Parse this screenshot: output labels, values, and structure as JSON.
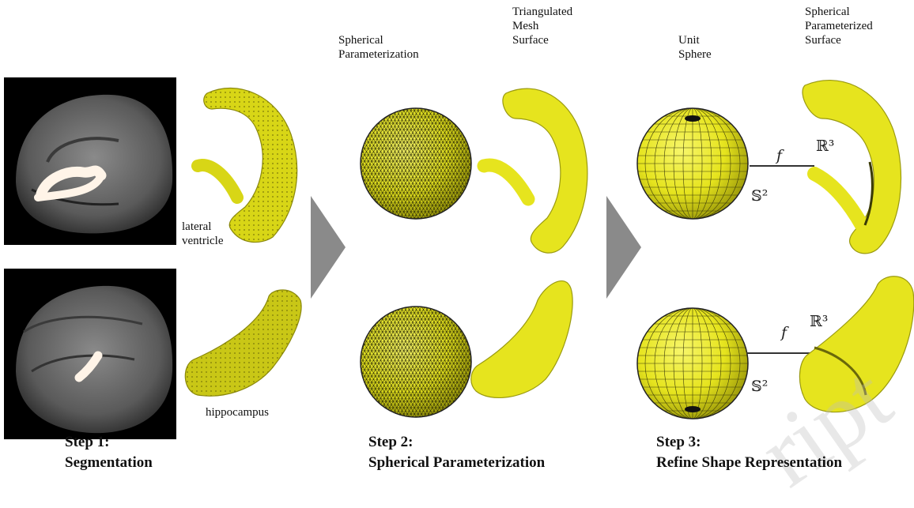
{
  "labels": {
    "lateral_ventricle": "lateral\nventricle",
    "hippocampus": "hippocampus",
    "spherical_parameterization": "Spherical\nParameterization",
    "triangulated_mesh_surface": "Triangulated\nMesh\nSurface",
    "unit_sphere": "Unit\nSphere",
    "spherical_parameterized_surface": "Spherical\nParameterized\nSurface"
  },
  "math": {
    "map": "f",
    "target_space": "ℝ³",
    "source_space": "𝕊²"
  },
  "steps": [
    {
      "title": "Step 1:",
      "subtitle": "Segmentation"
    },
    {
      "title": "Step 2:",
      "subtitle": "Spherical Parameterization"
    },
    {
      "title": "Step 3:",
      "subtitle": "Refine Shape Representation"
    }
  ],
  "watermark": "ript",
  "colors": {
    "mesh_yellow": "#e8e620",
    "mesh_dark": "#9a9a10",
    "arrow_gray": "#8a8a8a",
    "mri_black": "#000000"
  }
}
